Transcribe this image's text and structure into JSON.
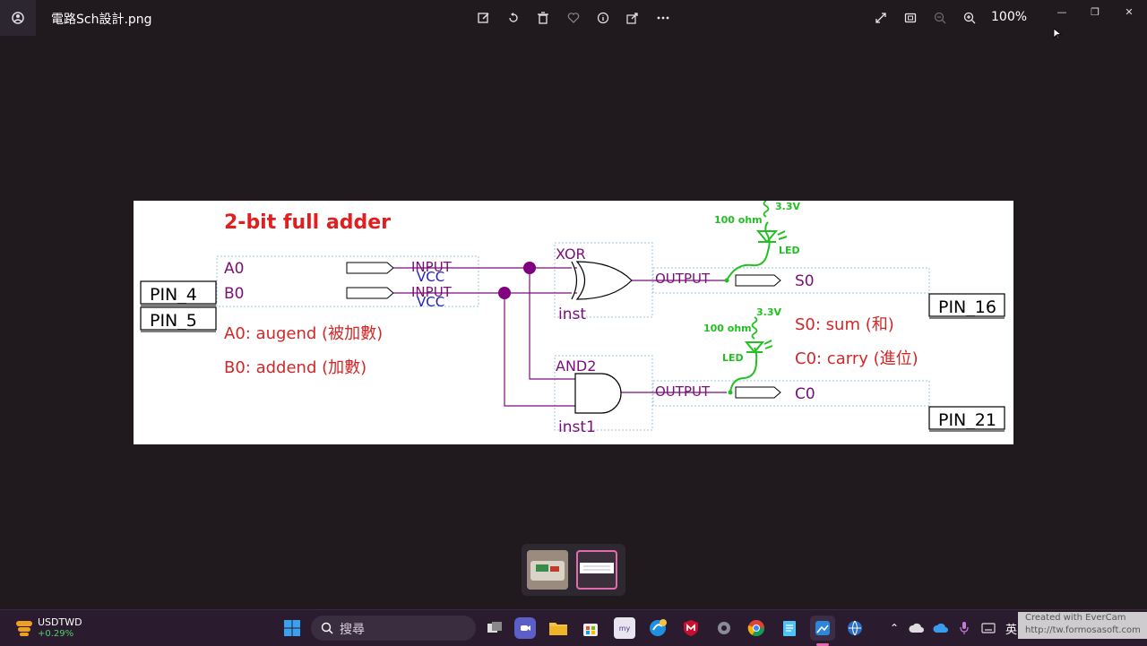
{
  "window": {
    "title": "電路Sch設計.png",
    "zoom": "100%"
  },
  "toolbar": {
    "icons": [
      "edit-icon",
      "rotate-icon",
      "delete-icon",
      "favorite-icon",
      "info-icon",
      "share-icon",
      "more-icon"
    ],
    "right_icons": [
      "fullscreen-icon",
      "fit-icon",
      "zoom-out-icon",
      "zoom-in-icon"
    ]
  },
  "schematic": {
    "heading": "2-bit full adder",
    "pins": {
      "a": "PIN_4",
      "b": "PIN_5",
      "s": "PIN_16",
      "c": "PIN_21"
    },
    "inputs": {
      "a_name": "A0",
      "b_name": "B0",
      "input_label": "INPUT",
      "vcc_label": "VCC"
    },
    "gates": {
      "xor_label": "XOR",
      "xor_inst": "inst",
      "and_label": "AND2",
      "and_inst": "inst1"
    },
    "outputs": {
      "output_label": "OUTPUT",
      "s_name": "S0",
      "c_name": "C0"
    },
    "notes": {
      "a0": "A0: augend (被加數)",
      "b0": "B0: addend (加數)",
      "s0": "S0: sum (和)",
      "c0": "C0: carry (進位)"
    },
    "led_top": {
      "voltage": "3.3V",
      "resistor": "100 ohm",
      "led": "LED"
    },
    "led_bottom": {
      "voltage": "3.3V",
      "resistor": "100 ohm",
      "led": "LED"
    },
    "colors": {
      "title": "#e02020",
      "wire": "#7a0f7a",
      "green": "#22c022",
      "blue": "#2020c0",
      "node": "#800080"
    }
  },
  "taskbar": {
    "ticker_name": "USDTWD",
    "ticker_change": "+0.29%",
    "search_placeholder": "搜尋",
    "ime": "英"
  },
  "watermark": {
    "line1": "Created with EverCam",
    "line2": "http://tw.formosasoft.com"
  }
}
